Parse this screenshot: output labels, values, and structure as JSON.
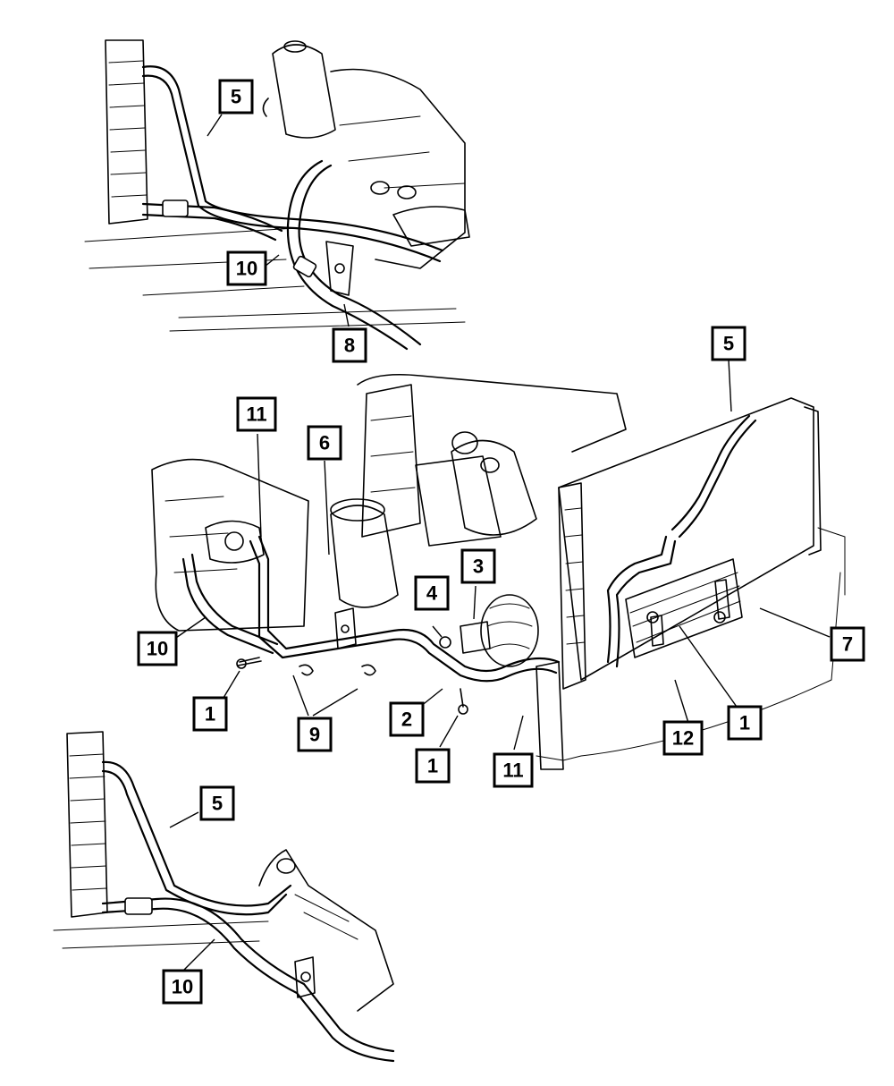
{
  "callouts": [
    {
      "id": "top-5",
      "label": "5"
    },
    {
      "id": "top-10",
      "label": "10"
    },
    {
      "id": "top-8",
      "label": "8"
    },
    {
      "id": "mid-5",
      "label": "5"
    },
    {
      "id": "mid-11a",
      "label": "11"
    },
    {
      "id": "mid-6",
      "label": "6"
    },
    {
      "id": "mid-3",
      "label": "3"
    },
    {
      "id": "mid-4",
      "label": "4"
    },
    {
      "id": "mid-10",
      "label": "10"
    },
    {
      "id": "mid-7",
      "label": "7"
    },
    {
      "id": "mid-1a",
      "label": "1"
    },
    {
      "id": "mid-9",
      "label": "9"
    },
    {
      "id": "mid-2",
      "label": "2"
    },
    {
      "id": "mid-1b",
      "label": "1"
    },
    {
      "id": "mid-11b",
      "label": "11"
    },
    {
      "id": "mid-12",
      "label": "12"
    },
    {
      "id": "mid-1c",
      "label": "1"
    },
    {
      "id": "bot-5",
      "label": "5"
    },
    {
      "id": "bot-10",
      "label": "10"
    }
  ],
  "colors": {
    "ink": "#000000",
    "paper": "#ffffff"
  }
}
